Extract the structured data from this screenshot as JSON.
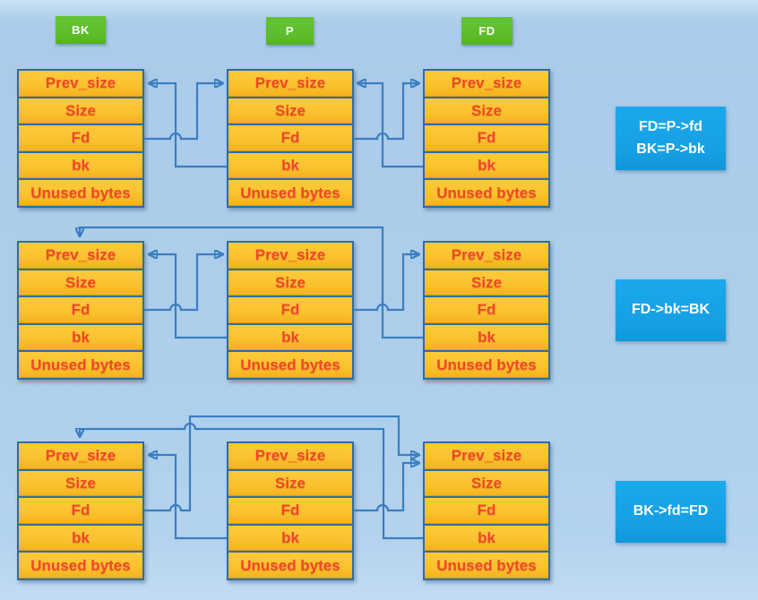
{
  "diagram": {
    "headers": [
      {
        "label": "BK"
      },
      {
        "label": "P"
      },
      {
        "label": "FD"
      }
    ],
    "fields": [
      "Prev_size",
      "Size",
      "Fd",
      "bk",
      "Unused bytes"
    ],
    "annotations": {
      "step1": {
        "line1": "FD=P->fd",
        "line2": "BK=P->bk"
      },
      "step2": {
        "line1": "FD->bk=BK"
      },
      "step3": {
        "line1": "BK->fd=FD"
      }
    },
    "colors": {
      "background": "#adcfeb",
      "cell_fill_top": "#fdca3a",
      "cell_fill_bottom": "#f4b11c",
      "cell_border": "#2e6da4",
      "cell_text": "#f1472a",
      "header_green": "#5cbd28",
      "annotation_blue": "#16a0e4",
      "arrow_blue": "#3b7ec2"
    }
  }
}
